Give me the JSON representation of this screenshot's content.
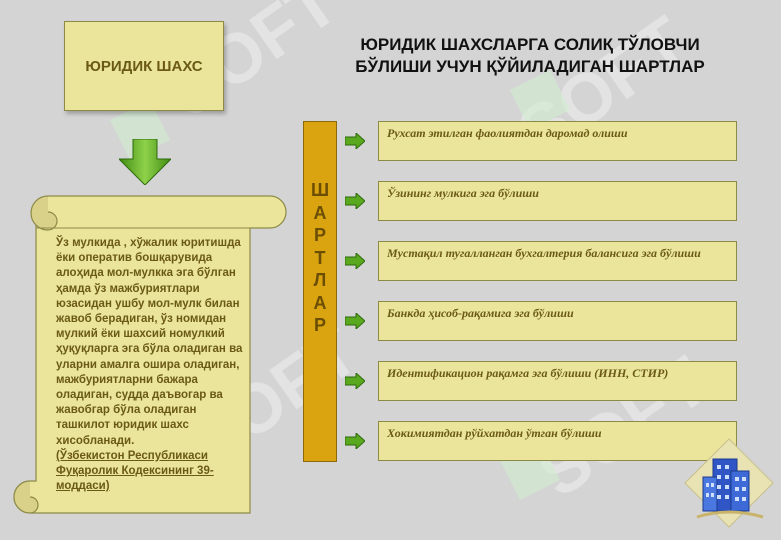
{
  "title_box": {
    "label": "ЮРИДИК ШАХС"
  },
  "heading": {
    "line1": "ЮРИДИК ШАХСЛАРГА СОЛИҚ ТЎЛОВЧИ",
    "line2": "БЎЛИШИ УЧУН ҚЎЙИЛАДИГАН ШАРТЛАР"
  },
  "definition": {
    "text": "Ўз мулкида , хўжалик юритишда ёки оператив бошқарувида алоҳида мол-мулкка эга бўлган ҳамда ўз мажбуриятлари юзасидан ушбу мол-мулк билан жавоб берадиган, ўз номидан мулкий ёки шахсий номулкий ҳуқуқларга эга бўла оладиган ва уларни амалга ошира оладиган, мажбуриятларни бажара оладиган, судда даъвогар ва жавобгар бўла оладиган ташкилот юридик шахс хисобланади.",
    "reference": "(Ўзбекистон Республикаси Фуқаролик Кодексининг 39-моддаси)"
  },
  "bar_letters": [
    "Ш",
    "А",
    "Р",
    "Т",
    "Л",
    "А",
    "Р"
  ],
  "conditions": [
    "Рухсат этилган фаолиятдан даромад олиши",
    "Ўзининг мулкига эга бўлиши",
    "Мустақил тугалланган бухгалтерия балансига эга бўлиши",
    "Банкда ҳисоб-рақамига эга бўлиши",
    "Идентификацион рақамга эга бўлиши (ИНН, СТИР)",
    "Хокимиятдан рўйхатдан ўтган бўлиши"
  ],
  "colors": {
    "box_fill": "#eae59a",
    "box_text": "#6b5a16",
    "bar_fill": "#d9a40f",
    "arrow_green": "#5aa81e",
    "background": "#d4d4d4"
  },
  "icons": {
    "down_arrow": "green-down-arrow-icon",
    "right_arrow": "green-right-arrow-icon",
    "logo": "buildings-logo-icon"
  }
}
